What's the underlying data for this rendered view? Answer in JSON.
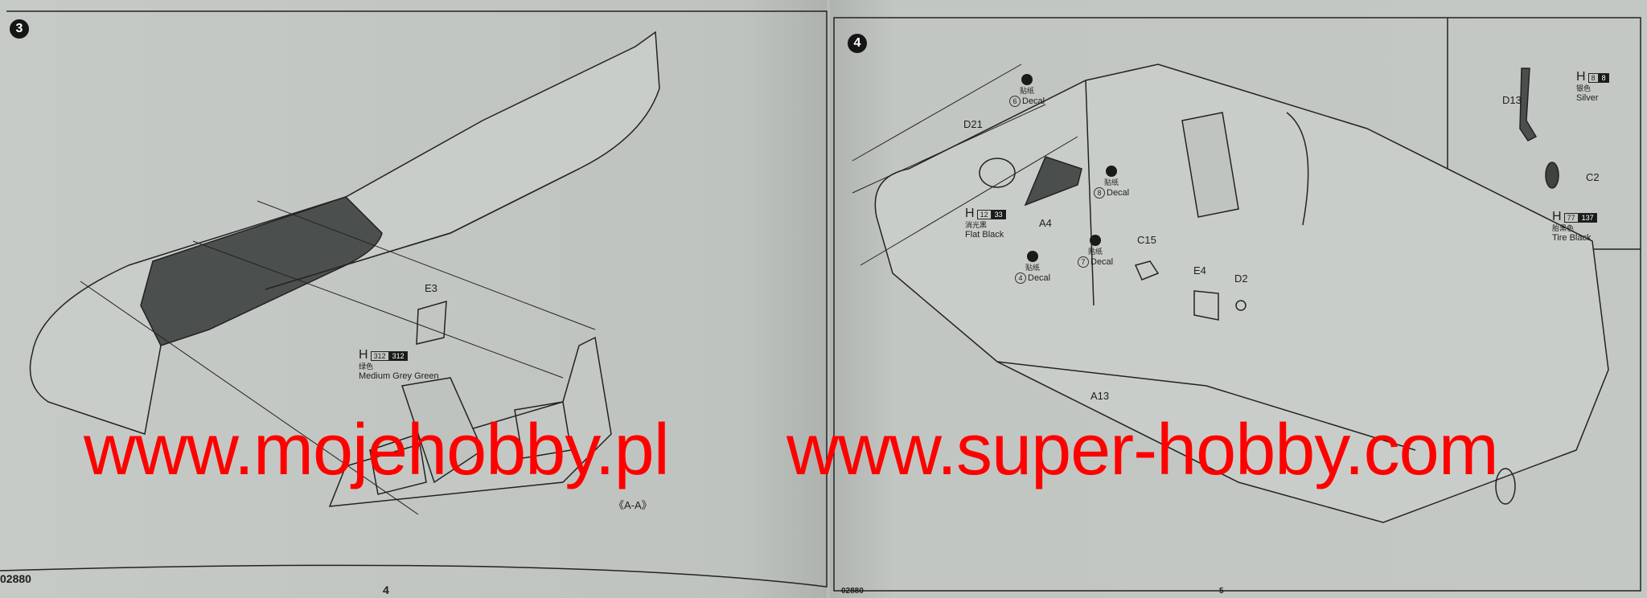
{
  "left_page": {
    "step_number": "3",
    "parts": {
      "e3": "E3"
    },
    "paint": {
      "prefix": "H",
      "code_a": "312",
      "code_b": "312",
      "name_cn": "绿色",
      "name_en": "Medium Grey Green"
    },
    "view_label": "《A-A》",
    "kit_number": "02880",
    "page_number": "4"
  },
  "right_page": {
    "step_number": "4",
    "parts": {
      "d21": "D21",
      "a4": "A4",
      "c15": "C15",
      "e4": "E4",
      "d2": "D2",
      "a13": "A13",
      "d13": "D13",
      "c2": "C2"
    },
    "decals": [
      {
        "cn": "贴纸",
        "num": "6",
        "label": "Decal"
      },
      {
        "cn": "贴纸",
        "num": "8",
        "label": "Decal"
      },
      {
        "cn": "贴纸",
        "num": "4",
        "label": "Decal"
      },
      {
        "cn": "贴纸",
        "num": "7",
        "label": "Decal"
      }
    ],
    "paint_flat_black": {
      "prefix": "H",
      "code_a": "12",
      "code_b": "33",
      "name_cn": "消光黑",
      "name_en": "Flat Black"
    },
    "paint_silver": {
      "prefix": "H",
      "code_a": "8",
      "code_b": "8",
      "name_cn": "银色",
      "name_en": "Silver"
    },
    "paint_tire_black": {
      "prefix": "H",
      "code_a": "77",
      "code_b": "137",
      "name_cn": "胎黑色",
      "name_en": "Tire Black"
    },
    "kit_number": "02880",
    "page_number": "5"
  },
  "watermark": {
    "left": "www.mojehobby.pl",
    "right": "www.super-hobby.com",
    "color": "#ff0000"
  }
}
